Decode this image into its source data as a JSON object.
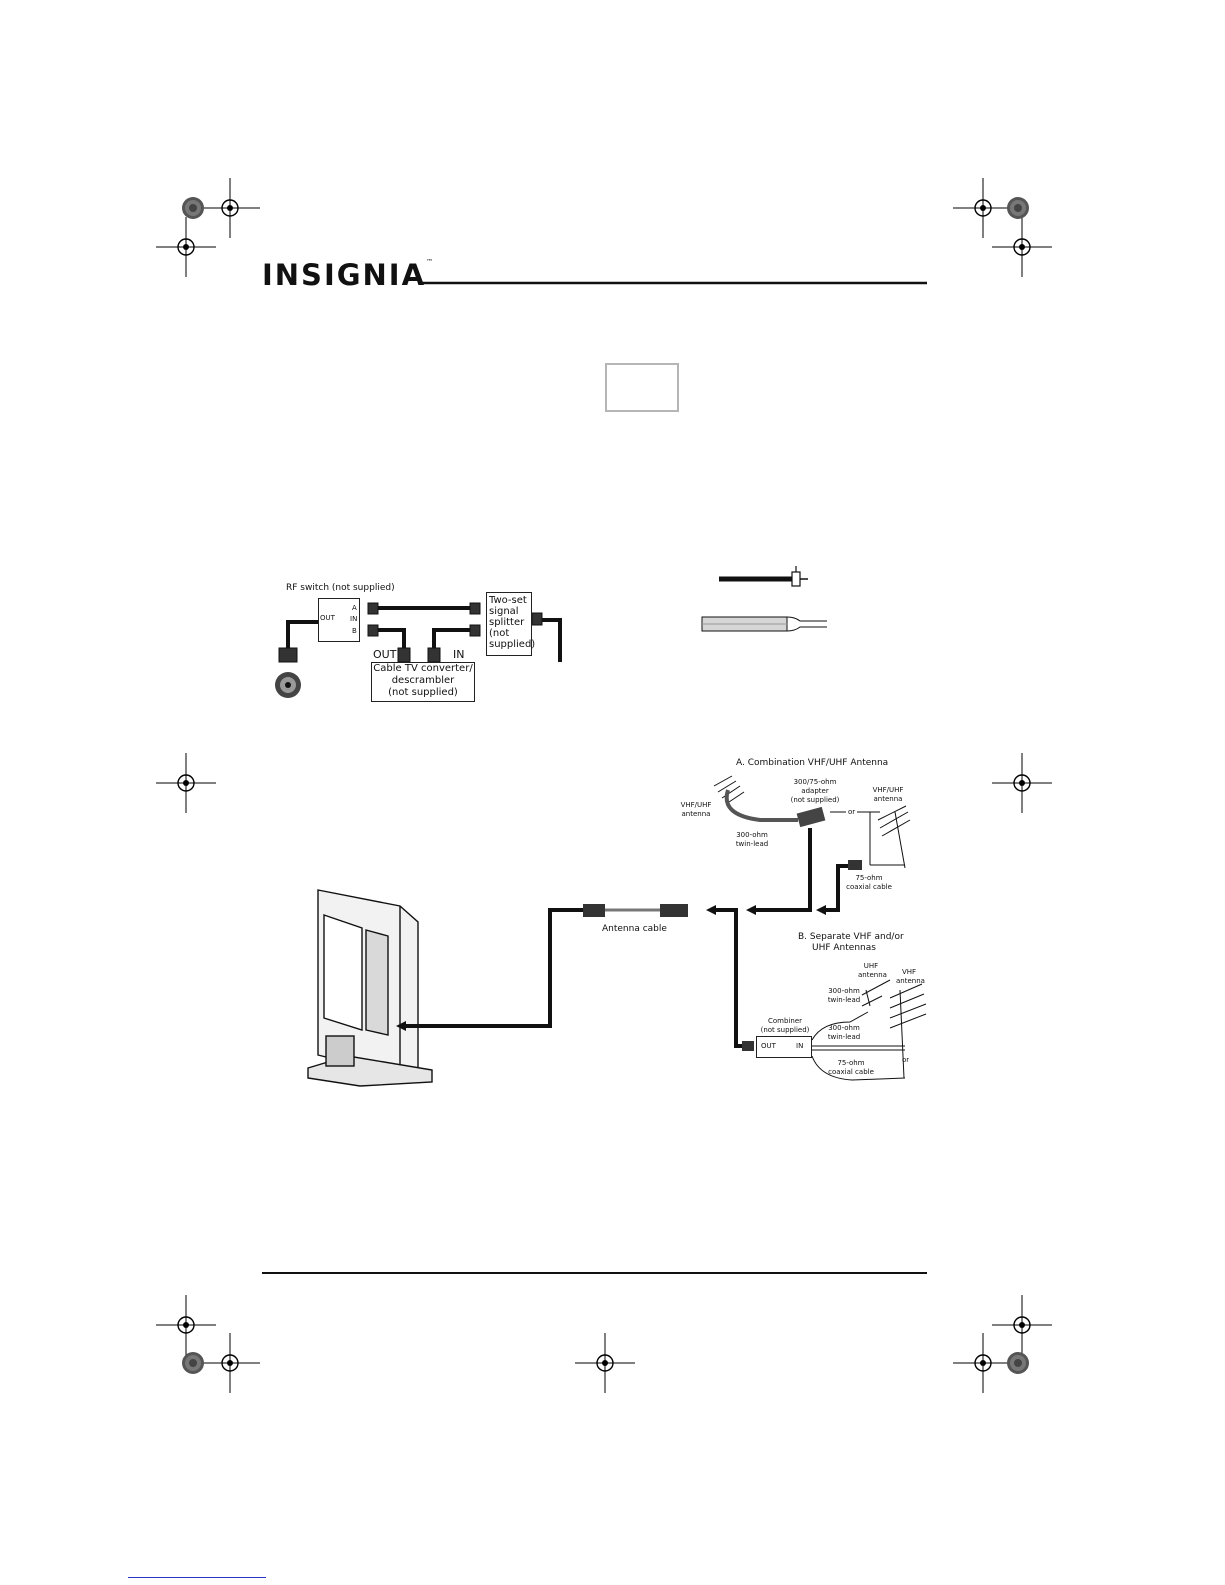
{
  "brand": {
    "logo_text": "INSIGNIA",
    "trademark": "™"
  },
  "top_left_diagram": {
    "rf_switch_label": "RF switch (not supplied)",
    "switch_out": "OUT",
    "switch_a": "A",
    "switch_in": "IN",
    "switch_b": "B",
    "splitter_label_lines": [
      "Two-set",
      "signal",
      "splitter",
      "(not",
      "supplied)"
    ],
    "converter_label_lines": [
      "Cable TV converter/",
      "descrambler",
      "(not supplied)"
    ],
    "converter_out": "OUT",
    "converter_in": "IN"
  },
  "main_diagram": {
    "section_a_title": "A. Combination  VHF/UHF Antenna",
    "adapter_lines": [
      "300/75-ohm",
      "adapter",
      "(not supplied)"
    ],
    "vhf_uhf_antenna_left_lines": [
      "VHF/UHF",
      "antenna"
    ],
    "vhf_uhf_antenna_right_lines": [
      "VHF/UHF",
      "antenna"
    ],
    "or_a": "or",
    "twin_lead_a_lines": [
      "300-ohm",
      "twin-lead"
    ],
    "coax_a_lines": [
      "75-ohm",
      "coaxial cable"
    ],
    "antenna_cable": "Antenna cable",
    "section_b_title_lines": [
      "B.  Separate VHF and/or",
      "UHF Antennas"
    ],
    "uhf_antenna_lines": [
      "UHF",
      "antenna"
    ],
    "vhf_antenna_lines": [
      "VHF",
      "antenna"
    ],
    "twin_lead_b1_lines": [
      "300-ohm",
      "twin-lead"
    ],
    "twin_lead_b2_lines": [
      "300-ohm",
      "twin-lead"
    ],
    "combiner_lines": [
      "Combiner",
      "(not supplied)"
    ],
    "combiner_out": "OUT",
    "combiner_in": "IN",
    "or_b": "or",
    "coax_b_lines": [
      "75-ohm",
      "coaxial cable"
    ]
  }
}
